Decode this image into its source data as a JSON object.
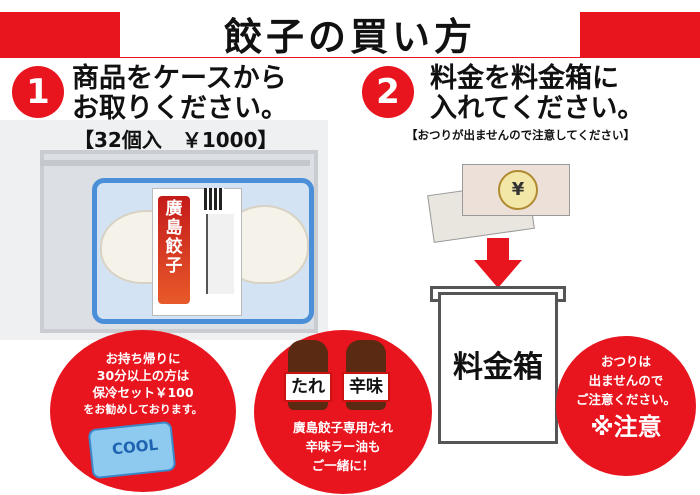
{
  "header": {
    "title": "餃子の買い方"
  },
  "step1": {
    "number": "1",
    "line1": "商品をケースから",
    "line2": "お取りください。",
    "price": "【32個入　￥1000】",
    "label_brand": "廣島餃子"
  },
  "step2": {
    "number": "2",
    "line1": "料金を料金箱に",
    "line2": "入れてください。",
    "note": "【おつりが出ませんので注意してください】",
    "bill_symbol": "¥",
    "box_label": "料金箱"
  },
  "badge_left": {
    "lines": [
      "お持ち帰りに",
      "30分以上の方は",
      "保冷セット￥100",
      "をお勧めしております。"
    ],
    "cool_text": "COOL"
  },
  "badge_middle": {
    "bottle1": "たれ",
    "bottle2": "辛味",
    "lines": [
      "廣島餃子専用たれ",
      "辛味ラー油も",
      "ご一緒に！"
    ]
  },
  "badge_right": {
    "lines": [
      "おつりは",
      "出ませんので",
      "ご注意ください。"
    ],
    "emphasis": "※注意"
  },
  "colors": {
    "accent": "#e8141e",
    "box_blue": "#4b8fd8"
  }
}
